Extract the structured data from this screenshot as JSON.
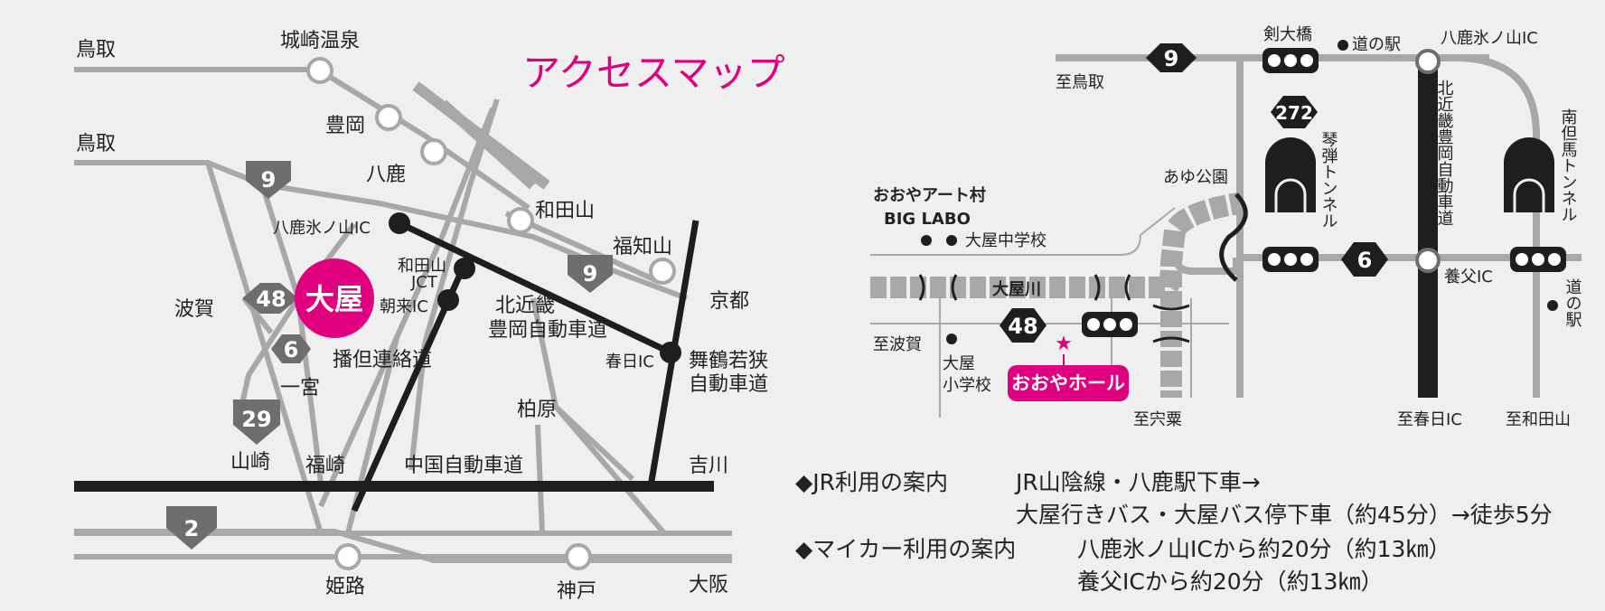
{
  "title": "アクセスマップ",
  "colors": {
    "accent": "#e0007f",
    "road_gray": "#a8a8a8",
    "shield_gray": "#6e6e6e",
    "dark": "#1e1e1e"
  },
  "regional": {
    "places": {
      "tottori_top": "鳥取",
      "tottori": "鳥取",
      "kinosaki": "城崎温泉",
      "toyooka": "豊岡",
      "yoka": "八鹿",
      "wadayama": "和田山",
      "fukuchiyama": "福知山",
      "kyoto": "京都",
      "haga": "波賀",
      "ichinomiya": "一宮",
      "yamasaki": "山崎",
      "fukusaki": "福崎",
      "kasuhara": "柏原",
      "yoshikawa": "吉川",
      "himeji": "姫路",
      "kobe": "神戸",
      "osaka": "大阪"
    },
    "ic": {
      "yoka_hyono": "八鹿氷ノ山IC",
      "wadayama_jct_1": "和田山",
      "wadayama_jct_2": "JCT",
      "asago": "朝来IC",
      "kasuga": "春日IC"
    },
    "roads": {
      "kitakinki_1": "北近畿",
      "kitakinki_2": "豊岡自動車道",
      "bantan": "播但連絡道",
      "maizuru_1": "舞鶴若狭",
      "maizuru_2": "自動車道",
      "chugoku": "中国自動車道"
    },
    "routes": {
      "r9a": "9",
      "r9b": "9",
      "r48": "48",
      "r6": "6",
      "r29": "29",
      "r2": "2"
    },
    "oya": "大屋"
  },
  "local": {
    "labels": {
      "tottori": "至鳥取",
      "tsurugi_bridge": "剣大橋",
      "michinoeki_top": "道の駅",
      "yoka_hyono": "八鹿氷ノ山IC",
      "kitakinki": "北近畿豊岡自動車道",
      "kotohiki_tunnel": "琴弾トンネル",
      "minamitajima_tunnel": "南但馬トンネル",
      "ayu_park": "あゆ公園",
      "art_village_1": "おおやアート村",
      "art_village_2": "BIG LABO",
      "oya_junior_high": "大屋中学校",
      "oya_river": "大屋川",
      "haga": "至波賀",
      "oya_elem_1": "大屋",
      "oya_elem_2": "小学校",
      "hall": "おおやホール",
      "shiso": "至宍粟",
      "kasuga": "至春日IC",
      "wadayama": "至和田山",
      "yabu_ic": "養父IC",
      "michinoeki_right": "道の駅"
    },
    "routes": {
      "r9": "9",
      "r272": "272",
      "r6": "6",
      "r48": "48"
    }
  },
  "info": {
    "jr_heading": "◆JR利用の案内",
    "jr_line1": "JR山陰線・八鹿駅下車→",
    "jr_line2": "大屋行きバス・大屋バス停下車（約45分）→徒歩5分",
    "car_heading": "◆マイカー利用の案内",
    "car_line1": "八鹿氷ノ山ICから約20分（約13㎞）",
    "car_line2": "養父ICから約20分（約13㎞）"
  }
}
